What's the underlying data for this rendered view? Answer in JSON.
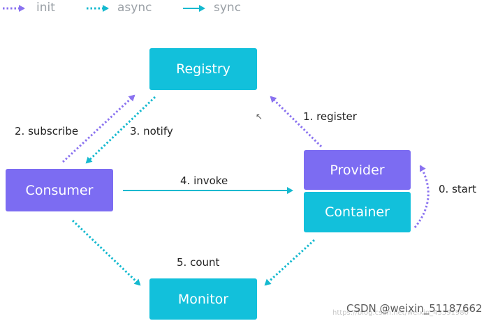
{
  "colors": {
    "cyan": "#12c0db",
    "purple": "#7c6cf2",
    "init_arrow": "#8a72f0",
    "async_arrow": "#14b9cf",
    "sync_arrow": "#14b9cf"
  },
  "legend": {
    "init": "init",
    "async": "async",
    "sync": "sync"
  },
  "nodes": {
    "registry": "Registry",
    "consumer": "Consumer",
    "provider": "Provider",
    "container": "Container",
    "monitor": "Monitor"
  },
  "edges": {
    "start": "0. start",
    "register": "1. register",
    "subscribe": "2. subscribe",
    "notify": "3. notify",
    "invoke": "4. invoke",
    "count": "5. count"
  },
  "watermark": {
    "main": "CSDN @weixin_51187662",
    "faint": "https://blog.csdn.net/weixin_43591980"
  }
}
